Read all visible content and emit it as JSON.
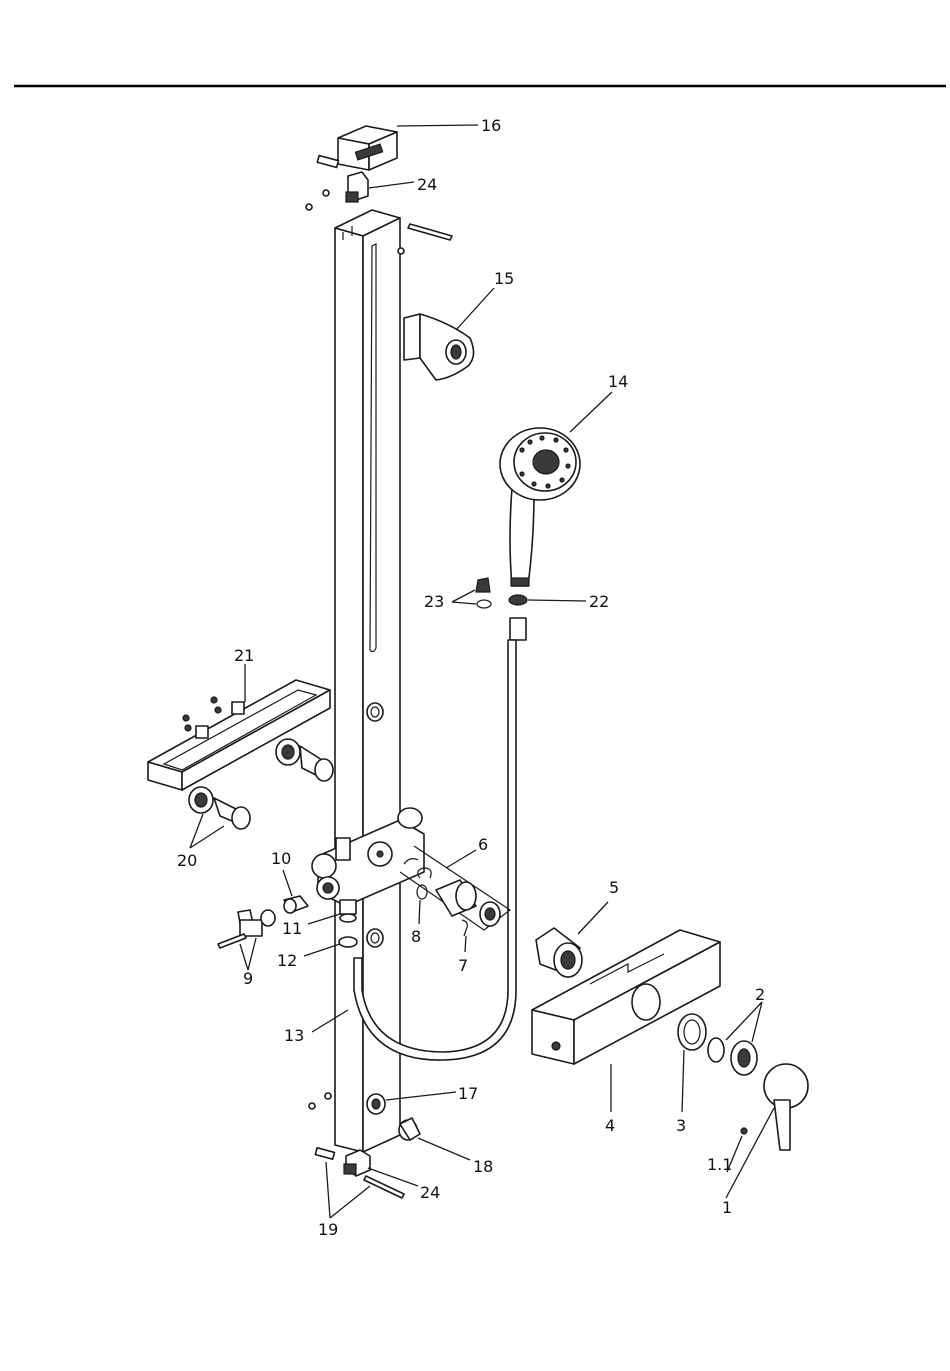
{
  "callouts": {
    "c1": "1",
    "c1_1": "1.1",
    "c2": "2",
    "c3": "3",
    "c4": "4",
    "c5": "5",
    "c6": "6",
    "c7": "7",
    "c8": "8",
    "c9": "9",
    "c10": "10",
    "c11": "11",
    "c12": "12",
    "c13": "13",
    "c14": "14",
    "c15": "15",
    "c16": "16",
    "c17": "17",
    "c18": "18",
    "c19": "19",
    "c20": "20",
    "c21": "21",
    "c22": "22",
    "c23": "23",
    "c24_top": "24",
    "c24_bottom": "24"
  }
}
